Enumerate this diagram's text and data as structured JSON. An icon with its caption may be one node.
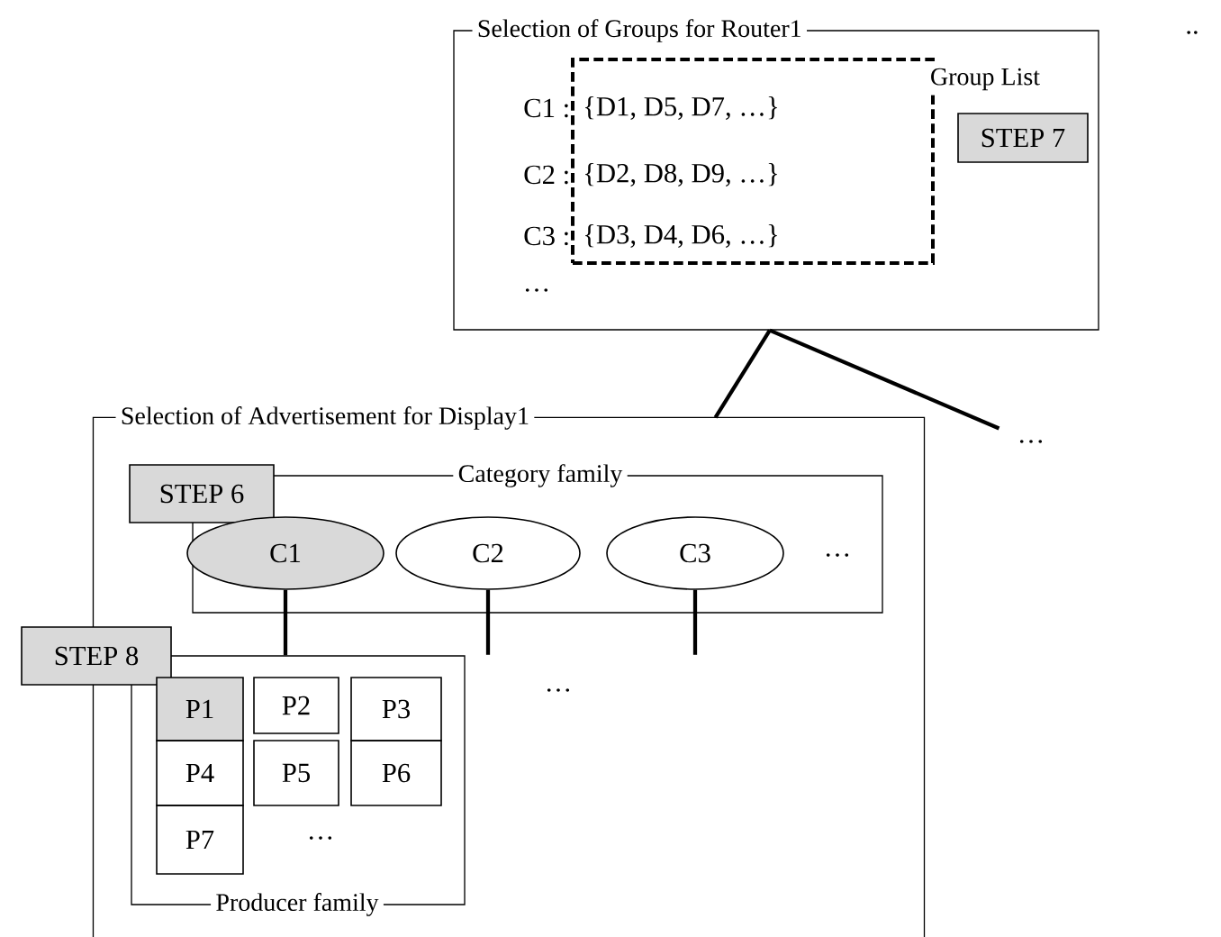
{
  "diagram": {
    "nodes": [
      {
        "text": [
          "Selection of Groups for Router1"
        ]
      },
      {
        "text": [
          "Group List",
          "{D1, D5, D7, …}",
          "{D2, D8, D9, …}",
          "{D3, D4, D6, …}"
        ],
        "in": 0
      },
      {
        "text": [
          "STEP 7"
        ],
        "in": 0
      },
      {
        "text": [
          "Selection of Advertisement for Display1"
        ]
      },
      {
        "text": [
          "Category family"
        ],
        "in": 3
      },
      {
        "text": [
          "STEP 6"
        ],
        "in": 3
      },
      {
        "text": [
          "C1"
        ],
        "in": 4
      },
      {
        "text": [
          "C2"
        ],
        "in": 4
      },
      {
        "text": [
          "C3"
        ],
        "in": 4
      },
      {
        "text": [
          "Producer family"
        ],
        "in": 3
      },
      {
        "text": [
          "STEP 8"
        ]
      },
      {
        "text": [
          "P1"
        ],
        "in": 9
      },
      {
        "text": [
          "P2"
        ],
        "in": 9
      },
      {
        "text": [
          "P3"
        ],
        "in": 9
      },
      {
        "text": [
          "P4"
        ],
        "in": 9
      },
      {
        "text": [
          "P5"
        ],
        "in": 9
      },
      {
        "text": [
          "P6"
        ],
        "in": 9
      },
      {
        "text": [
          "P7"
        ],
        "in": 9
      },
      {
        "text": [
          "…"
        ]
      }
    ],
    "edges": [
      {
        "from": 0,
        "to": 3,
        "arrow": "none"
      },
      {
        "from": 0,
        "to": 18,
        "arrow": "none"
      },
      {
        "from": 6,
        "to": 9,
        "arrow": "none"
      },
      {
        "from": 7,
        "to": null,
        "arrow": "none"
      },
      {
        "from": 8,
        "to": null,
        "arrow": "none"
      }
    ],
    "labels": [
      "..",
      "C1 :",
      "C2 :",
      "C3 :",
      "…",
      "…",
      "…",
      "…"
    ]
  }
}
